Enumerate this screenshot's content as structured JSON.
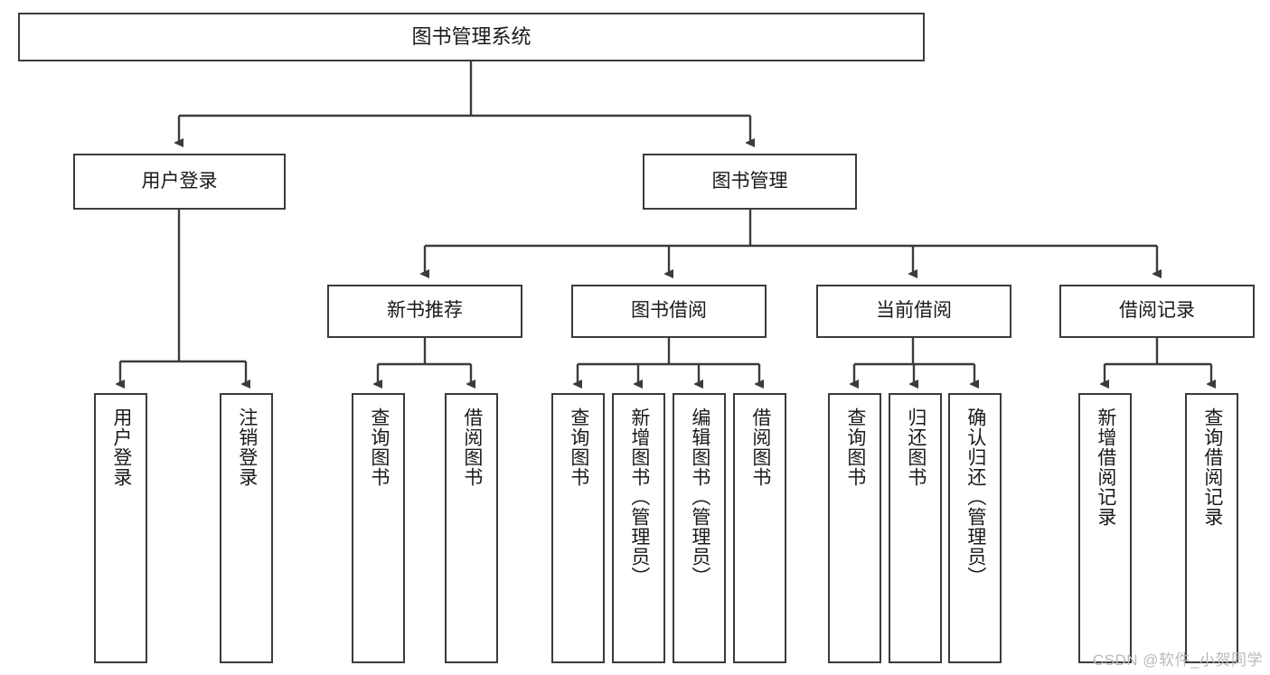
{
  "diagram": {
    "title": "图书管理系统",
    "type": "tree-hierarchy",
    "watermark": "CSDN @软件_小贺同学",
    "colors": {
      "box_border": "#3b3b3b",
      "box_fill": "#ffffff",
      "edge": "#3b3b3b",
      "text": "#1a1a1a",
      "watermark": "#b9b9b9"
    },
    "root": {
      "label": "图书管理系统"
    },
    "level2": [
      {
        "label": "用户登录"
      },
      {
        "label": "图书管理"
      }
    ],
    "level3": [
      {
        "label": "新书推荐"
      },
      {
        "label": "图书借阅"
      },
      {
        "label": "当前借阅"
      },
      {
        "label": "借阅记录"
      }
    ],
    "leaves": {
      "user_login": [
        {
          "label": "用户登录"
        },
        {
          "label": "注销登录"
        }
      ],
      "new_book_recommend": [
        {
          "label": "查询图书"
        },
        {
          "label": "借阅图书"
        }
      ],
      "book_borrow": [
        {
          "label": "查询图书"
        },
        {
          "label": "新增图书（管理员）"
        },
        {
          "label": "编辑图书（管理员）"
        },
        {
          "label": "借阅图书"
        }
      ],
      "current_borrow": [
        {
          "label": "查询图书"
        },
        {
          "label": "归还图书"
        },
        {
          "label": "确认归还（管理员）"
        }
      ],
      "borrow_records": [
        {
          "label": "新增借阅记录"
        },
        {
          "label": "查询借阅记录"
        }
      ]
    }
  }
}
